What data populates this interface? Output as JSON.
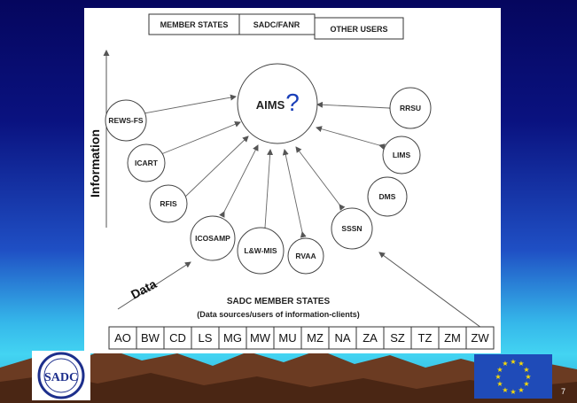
{
  "top_boxes": [
    "MEMBER STATES",
    "SADC/FANR",
    "OTHER USERS"
  ],
  "center_node": {
    "label": "AIMS",
    "mark": "?"
  },
  "left_axis_label": "Information",
  "bottom_axis_label": "Data",
  "nodes": [
    "REWS-FS",
    "ICART",
    "RFIS",
    "ICOSAMP",
    "L&W-MIS",
    "RVAA",
    "SSSN",
    "DMS",
    "LIMS",
    "RRSU"
  ],
  "member_states_title": "SADC MEMBER STATES",
  "member_states_subtitle": "(Data sources/users of information-clients)",
  "countries": [
    "AO",
    "BW",
    "CD",
    "LS",
    "MG",
    "MW",
    "MU",
    "MZ",
    "NA",
    "ZA",
    "SZ",
    "TZ",
    "ZM",
    "ZW"
  ],
  "sadc_logo_text": "SADC",
  "page_number": "7"
}
